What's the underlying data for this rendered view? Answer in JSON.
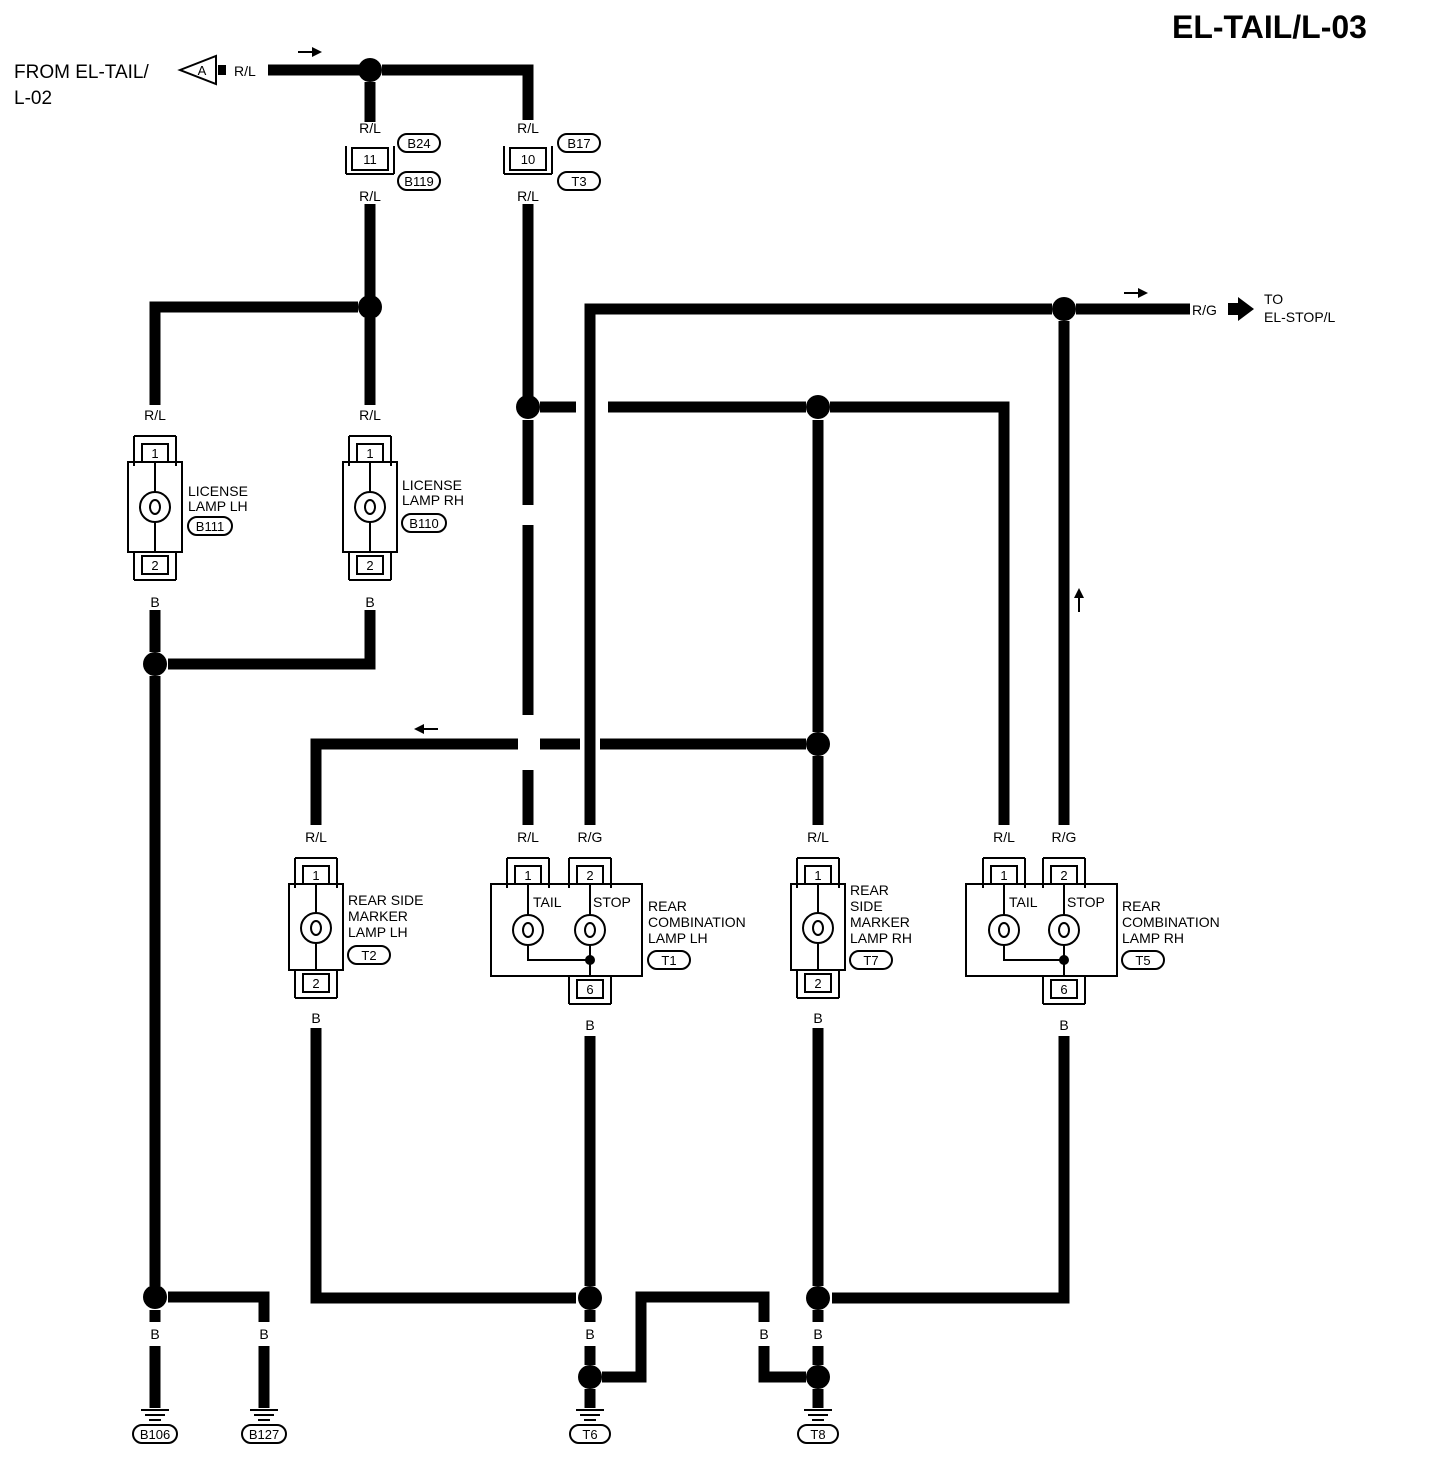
{
  "title": "EL-TAIL/L-03",
  "from_label_line1": "FROM EL-TAIL/",
  "from_label_line2": "L-02",
  "from_connector_letter": "A",
  "to_label_line1": "TO",
  "to_label_line2": "EL-STOP/L",
  "wires": {
    "rl": "R/L",
    "rg": "R/G",
    "b": "B"
  },
  "joint_connectors": [
    {
      "pin": "11",
      "tags": [
        "B24",
        "B119"
      ]
    },
    {
      "pin": "10",
      "tags": [
        "B17",
        "T3"
      ]
    }
  ],
  "components": {
    "license_lh": {
      "line1": "LICENSE",
      "line2": "LAMP LH",
      "tag": "B111",
      "pin_top": "1",
      "pin_bottom": "2"
    },
    "license_rh": {
      "line1": "LICENSE",
      "line2": "LAMP RH",
      "tag": "B110",
      "pin_top": "1",
      "pin_bottom": "2"
    },
    "side_marker_lh": {
      "line1": "REAR SIDE",
      "line2": "MARKER",
      "line3": "LAMP LH",
      "tag": "T2",
      "pin_top": "1",
      "pin_bottom": "2"
    },
    "comb_lh": {
      "line1": "REAR",
      "line2": "COMBINATION",
      "line3": "LAMP LH",
      "tag": "T1",
      "pin1": "1",
      "pin2": "2",
      "pin_bottom": "6",
      "tail": "TAIL",
      "stop": "STOP"
    },
    "side_marker_rh": {
      "line1": "REAR",
      "line2": "SIDE",
      "line3": "MARKER",
      "line4": "LAMP RH",
      "tag": "T7",
      "pin_top": "1",
      "pin_bottom": "2"
    },
    "comb_rh": {
      "line1": "REAR",
      "line2": "COMBINATION",
      "line3": "LAMP RH",
      "tag": "T5",
      "pin1": "1",
      "pin2": "2",
      "pin_bottom": "6",
      "tail": "TAIL",
      "stop": "STOP"
    }
  },
  "grounds": [
    "B106",
    "B127",
    "T6",
    "T8"
  ]
}
